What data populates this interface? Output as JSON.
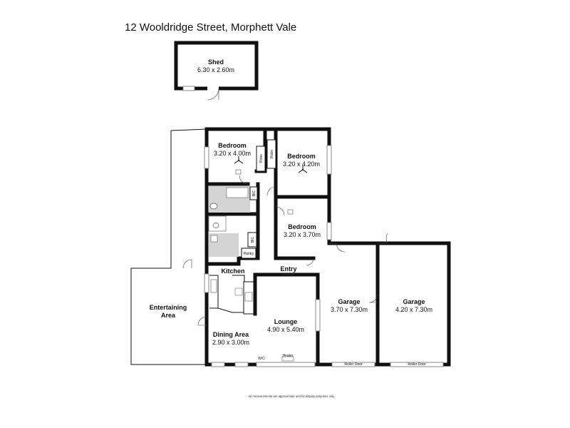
{
  "address": "12 Wooldridge Street, Morphett Vale",
  "rooms": {
    "shed": {
      "name": "Shed",
      "dims": "6.30 x 2.60m"
    },
    "bedroom1": {
      "name": "Bedroom",
      "dims": "3.20 x 4.00m"
    },
    "bedroom2": {
      "name": "Bedroom",
      "dims": "3.20 x 4.20m"
    },
    "bedroom3": {
      "name": "Bedroom",
      "dims": "3.20 x 3.70m"
    },
    "garage1": {
      "name": "Garage",
      "dims": "3.70 x 7.30m"
    },
    "garage2": {
      "name": "Garage",
      "dims": "4.20 x 7.30m"
    },
    "lounge": {
      "name": "Lounge",
      "dims": "4.90 x 5.40m"
    },
    "dining": {
      "name": "Dining Area",
      "dims": "2.90 x 3.00m"
    },
    "entertaining_line1": "Entertaining",
    "entertaining_line2": "Area",
    "kitchen": "Kitchen",
    "entry": "Entry",
    "pantry": "Pantry"
  },
  "labels": {
    "robe1": "Robe",
    "robe2": "Robe",
    "bic1": "BIC",
    "bic2": "BIC",
    "wic": "W/C",
    "heater": "Heater",
    "roller_door1": "Roller Door",
    "roller_door2": "Roller Door"
  },
  "disclaimer": "All measurements are approximate and for display purposes only"
}
